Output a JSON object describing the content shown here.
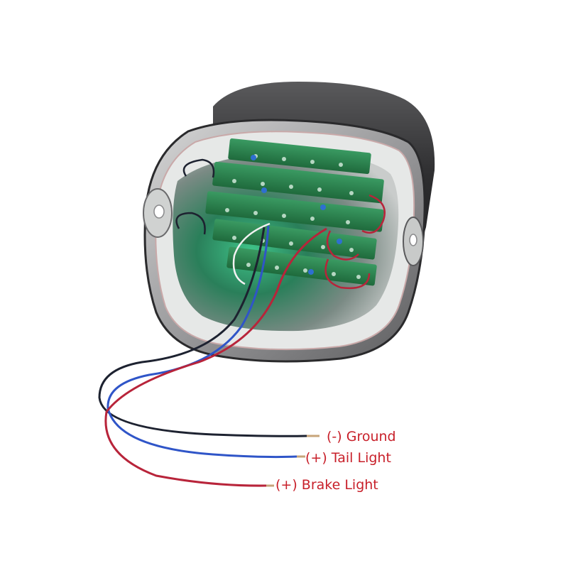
{
  "labels": {
    "ground": "(-) Ground",
    "tail": "(+) Tail Light",
    "brake": "(+) Brake Light"
  },
  "colors": {
    "label_text": "#c8202a",
    "wire_ground": "#1d2230",
    "wire_tail": "#2f55c8",
    "wire_brake": "#b8243a",
    "lens_smoke": "#3a3a3c",
    "pcb_green": "#2f8a52",
    "glow_green": "#3fc489"
  },
  "icons": {
    "product": "led-tail-light-assembly-icon"
  }
}
